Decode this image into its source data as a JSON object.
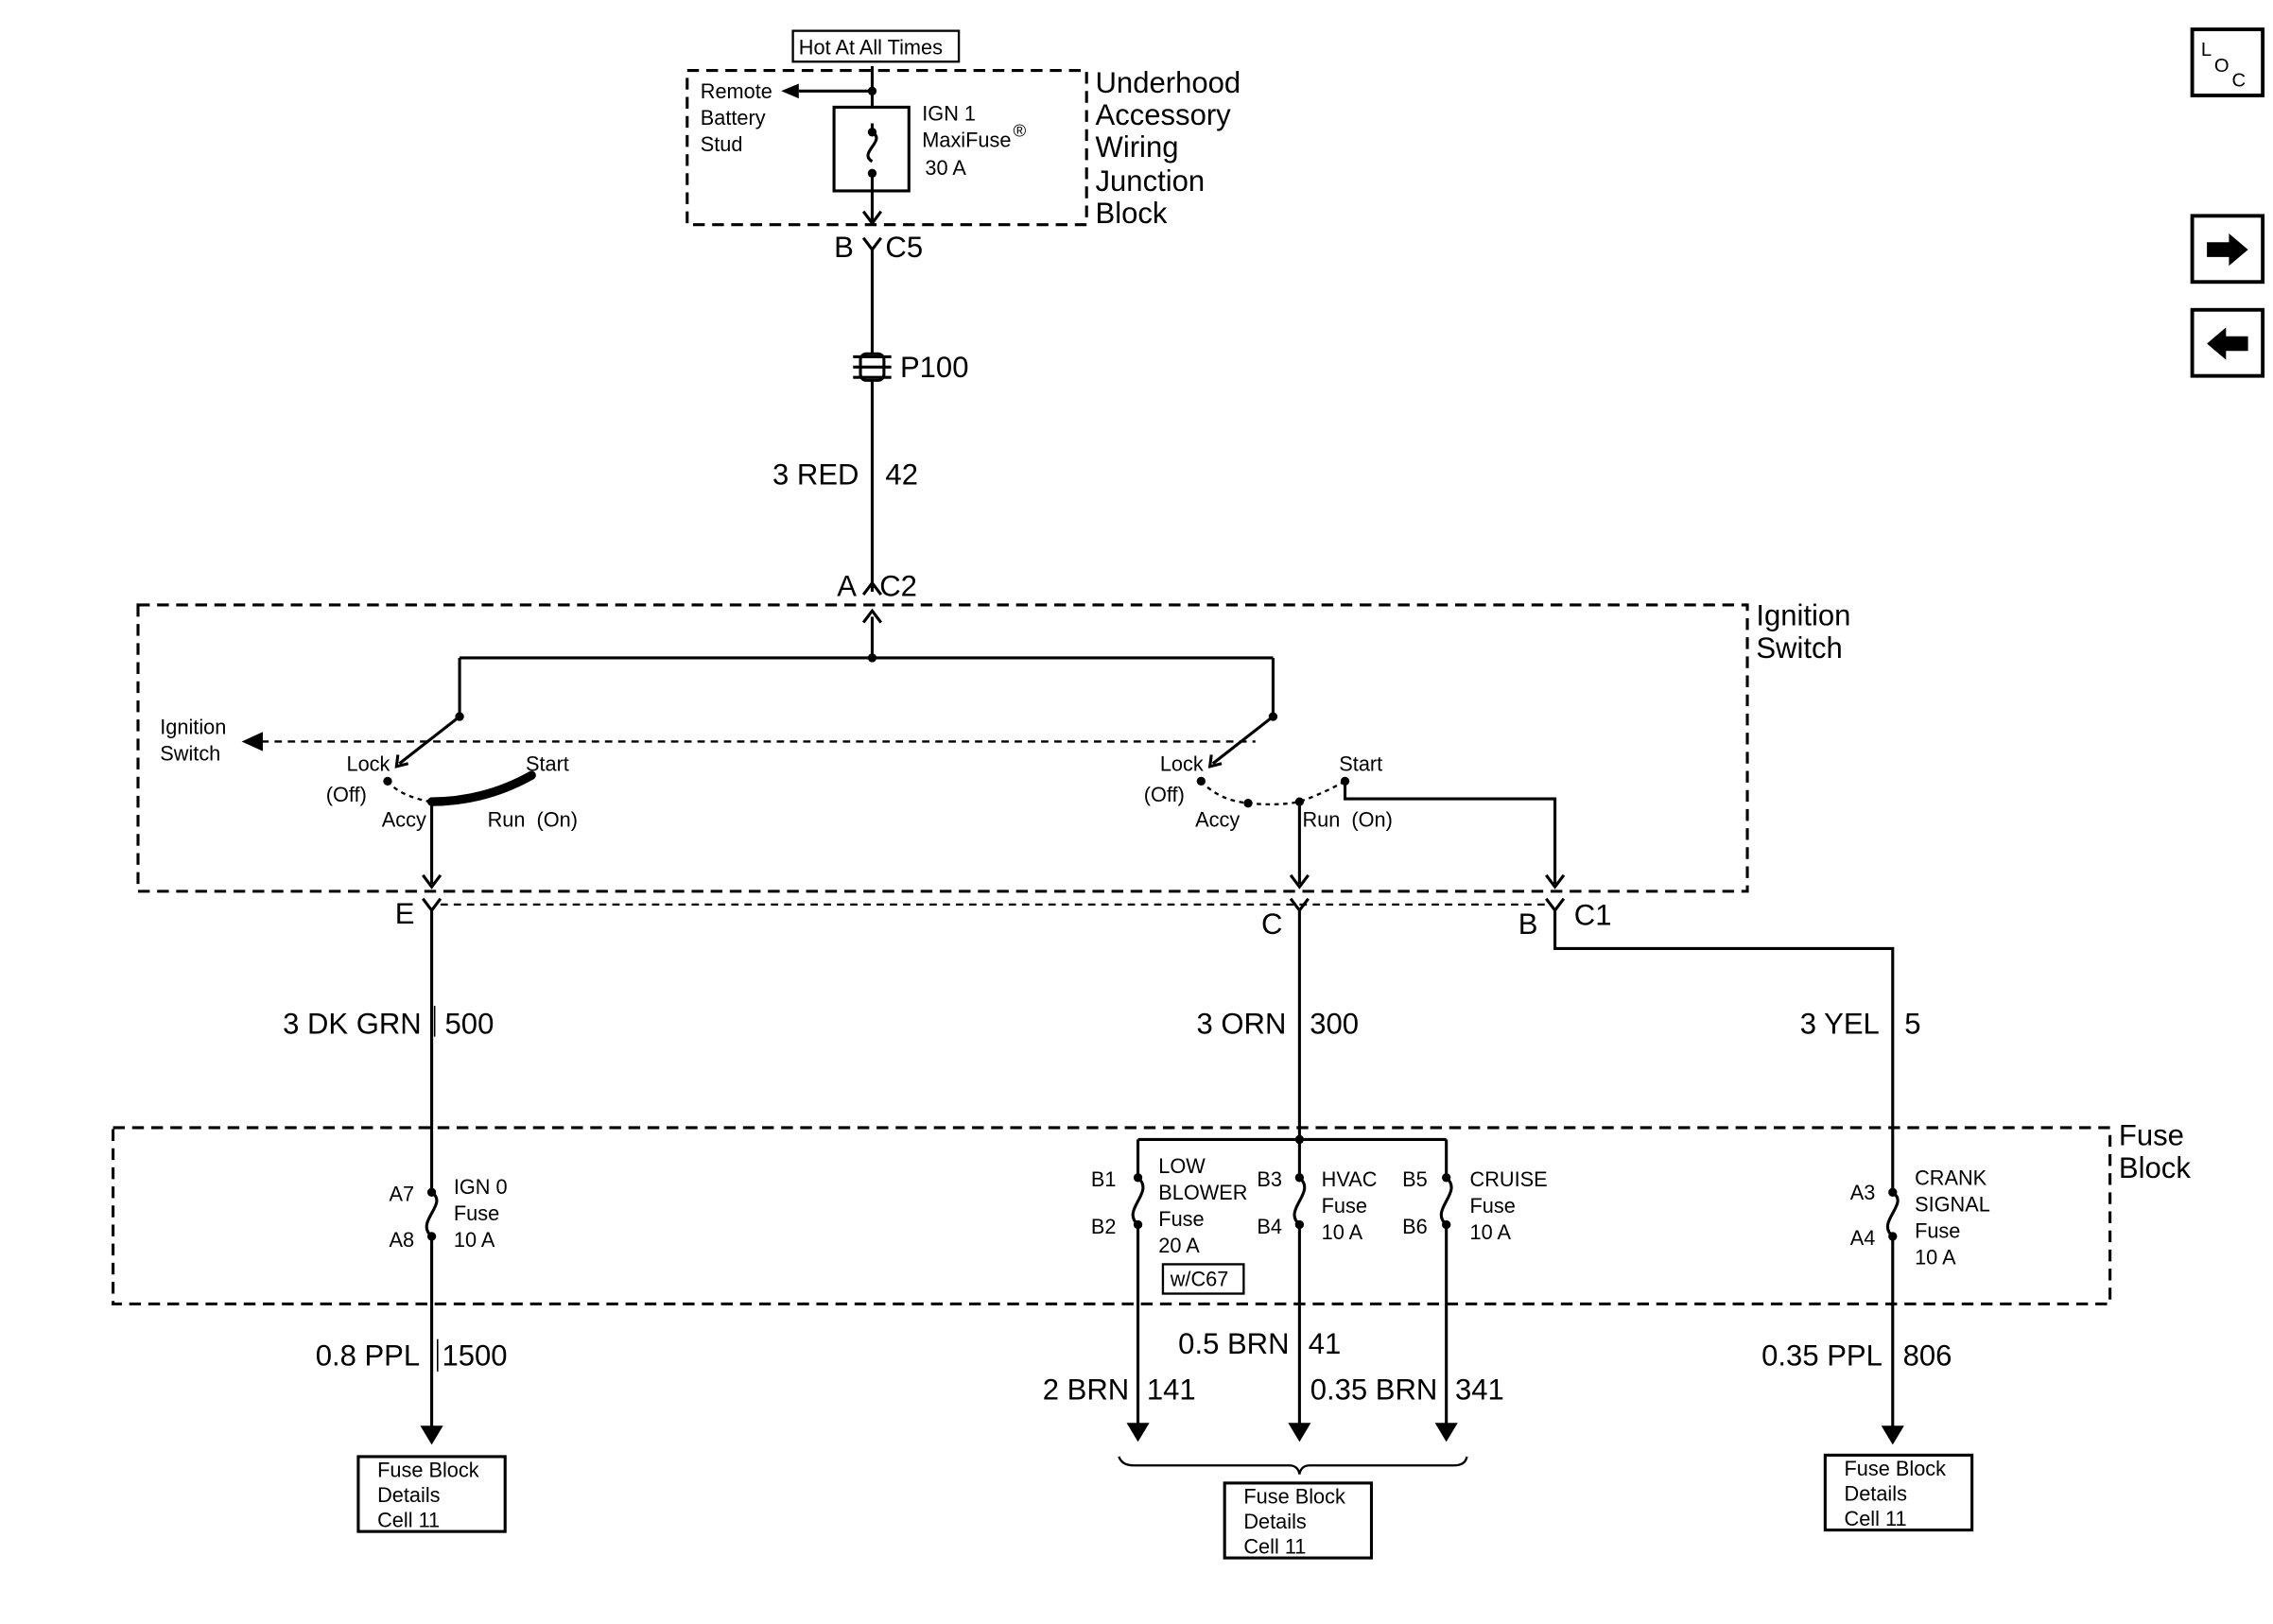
{
  "top": {
    "hot_label": "Hot At All Times",
    "junction_block": [
      "Underhood",
      "Accessory",
      "Wiring",
      "Junction",
      "Block"
    ],
    "remote_stud": [
      "Remote",
      "Battery",
      "Stud"
    ],
    "fuse_name": [
      "IGN 1",
      "MaxiFuse",
      "30 A"
    ],
    "registered_mark": "®",
    "conn_c5_pin": "B",
    "conn_c5": "C5",
    "splice": "P100",
    "wire_main_gauge": "3 RED",
    "wire_main_circuit": "42",
    "conn_c2_pin": "A",
    "conn_c2": "C2"
  },
  "ignition_switch": {
    "title": [
      "Ignition",
      "Switch"
    ],
    "side_label": [
      "Ignition",
      "Switch"
    ],
    "left": {
      "lock": "Lock",
      "off": "(Off)",
      "accy": "Accy",
      "start": "Start",
      "run": "Run  (On)"
    },
    "right": {
      "lock": "Lock",
      "off": "(Off)",
      "accy": "Accy",
      "start": "Start",
      "run": "Run  (On)"
    }
  },
  "c1": {
    "name": "C1",
    "pin_e": "E",
    "pin_c": "C",
    "pin_b": "B"
  },
  "wires_mid": [
    {
      "gauge": "3 DK GRN",
      "circuit": "500"
    },
    {
      "gauge": "3 ORN",
      "circuit": "300"
    },
    {
      "gauge": "3 YEL",
      "circuit": "5"
    }
  ],
  "fuse_block": {
    "title": [
      "Fuse",
      "Block"
    ],
    "ign0": {
      "pin_in": "A7",
      "pin_out": "A8",
      "label": [
        "IGN 0",
        "Fuse",
        "10 A"
      ]
    },
    "low_blower": {
      "pin_in": "B1",
      "pin_out": "B2",
      "label": [
        "LOW",
        "BLOWER",
        "Fuse",
        "20 A"
      ],
      "option": "w/C67"
    },
    "hvac": {
      "pin_in": "B3",
      "pin_out": "B4",
      "label": [
        "HVAC",
        "Fuse",
        "10 A"
      ]
    },
    "cruise": {
      "pin_in": "B5",
      "pin_out": "B6",
      "label": [
        "CRUISE",
        "Fuse",
        "10 A"
      ]
    },
    "crank": {
      "pin_in": "A3",
      "pin_out": "A4",
      "label": [
        "CRANK",
        "SIGNAL",
        "Fuse",
        "10 A"
      ]
    }
  },
  "wires_bottom": {
    "ign0": {
      "gauge": "0.8 PPL",
      "circuit": "1500"
    },
    "low_blower": {
      "gauge": "2 BRN",
      "circuit": "141"
    },
    "hvac": {
      "gauge": "0.5 BRN",
      "circuit": "41"
    },
    "cruise": {
      "gauge": "0.35 BRN",
      "circuit": "341"
    },
    "crank": {
      "gauge": "0.35 PPL",
      "circuit": "806"
    }
  },
  "refs": {
    "left": [
      "Fuse Block",
      "Details",
      "Cell 11"
    ],
    "center": [
      "Fuse Block",
      "Details",
      "Cell 11"
    ],
    "right": [
      "Fuse Block",
      "Details",
      "Cell 11"
    ]
  },
  "nav": {
    "loc_l": "L",
    "loc_o": "O",
    "loc_c": "C",
    "next_icon": "arrow-right-icon",
    "prev_icon": "arrow-left-icon"
  }
}
